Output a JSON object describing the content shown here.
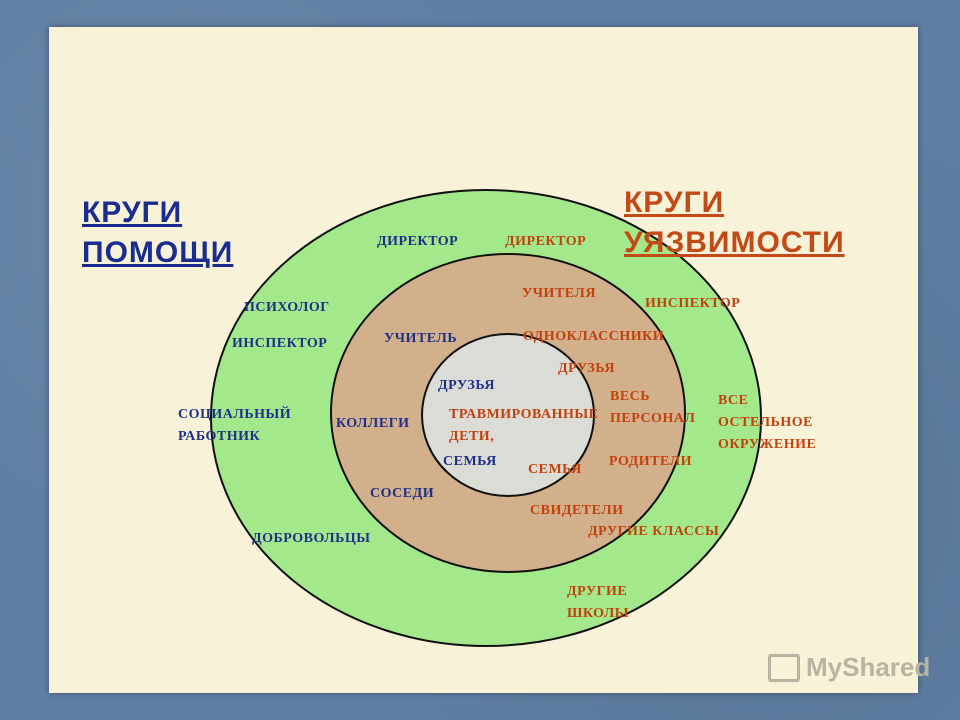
{
  "titles": {
    "help": [
      "КРУГИ",
      "ПОМОЩИ"
    ],
    "vulnerability": [
      "КРУГИ",
      "УЯЗВИМОСТИ"
    ]
  },
  "help_labels": {
    "director": "ДИРЕКТОР",
    "psychologist": "ПСИХОЛОГ",
    "inspector": "ИНСПЕКТОР",
    "social_worker": [
      "СОЦИАЛЬНЫЙ",
      "РАБОТНИК"
    ],
    "volunteers": "ДОБРОВОЛЬЦЫ",
    "teacher": "УЧИТЕЛЬ",
    "colleagues": "КОЛЛЕГИ",
    "neighbors": "СОСЕДИ",
    "friends": "ДРУЗЬЯ",
    "family": "СЕМЬЯ"
  },
  "vulnerability_labels": {
    "director": "ДИРЕКТОР",
    "teachers": "УЧИТЕЛЯ",
    "inspector": "ИНСПЕКТОР",
    "classmates": "ОДНОКЛАССНИКИ",
    "friends": "ДРУЗЬЯ",
    "all_staff": [
      "ВЕСЬ",
      "ПЕРСОНАЛ"
    ],
    "all_surroundings": [
      "ВСЕ",
      "ОСТЕЛЬНОЕ",
      "ОКРУЖЕНИЕ"
    ],
    "traumatized_children": [
      "ТРАВМИРОВАННЫЕ",
      "ДЕТИ,"
    ],
    "family": "СЕМЬЯ",
    "parents": "РОДИТЕЛИ",
    "witnesses": "СВИДЕТЕЛИ",
    "other_classes": "ДРУГИЕ КЛАССЫ",
    "other_schools": [
      "ДРУГИЕ",
      "ШКОЛЫ"
    ]
  },
  "circles": {
    "outer_color": "#a3e98c",
    "middle_color": "#d2b08b",
    "inner_color": "#dcdcd6",
    "stroke_color": "#111111"
  },
  "watermark": "MyShared"
}
